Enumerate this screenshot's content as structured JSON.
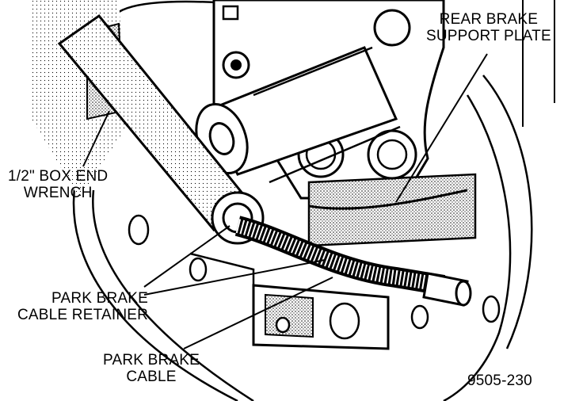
{
  "labels": {
    "rear_brake_support_plate": {
      "line1": "REAR BRAKE",
      "line2": "SUPPORT PLATE"
    },
    "box_end_wrench": {
      "line1": "1/2\" BOX END",
      "line2": "WRENCH"
    },
    "park_brake_cable_retainer": {
      "line1": "PARK BRAKE",
      "line2": "CABLE RETAINER"
    },
    "park_brake_cable": {
      "line1": "PARK BRAKE",
      "line2": "CABLE"
    }
  },
  "figure_id": "9505-230",
  "colors": {
    "ink": "#000000",
    "paper": "#ffffff",
    "shade": "#cfcfcf"
  }
}
